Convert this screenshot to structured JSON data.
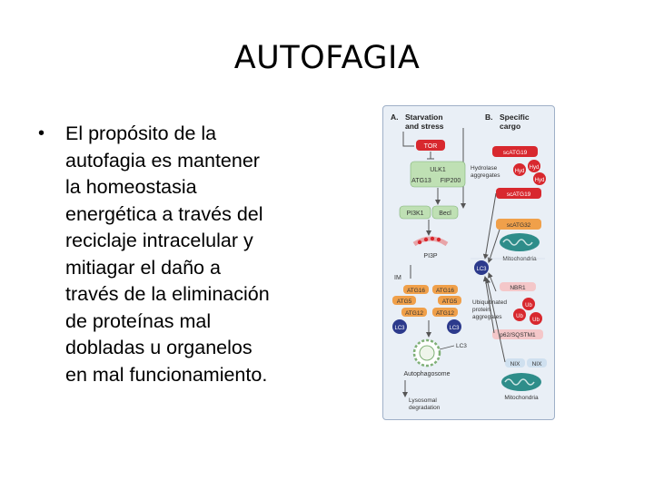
{
  "slide": {
    "title": "AUTOFAGIA",
    "bullet_symbol": "•",
    "bullet_lines": [
      "El propósito de la",
      "autofagia es mantener",
      "la homeostasia",
      "energética a través del",
      "reciclaje intracelular y",
      "mitiagar el daño a",
      "través de la eliminación",
      "de proteínas mal",
      "dobladas u organelos",
      "en mal funcionamiento."
    ]
  },
  "figure": {
    "panel_a": {
      "letter": "A.",
      "title_1": "Starvation",
      "title_2": "and stress"
    },
    "panel_b": {
      "letter": "B.",
      "title_1": "Specific",
      "title_2": "cargo"
    },
    "labels": {
      "tor": "TOR",
      "ulk1": "ULK1",
      "atg13": "ATG13",
      "fip200": "FIP200",
      "pi3k1": "PI3K1",
      "bec": "Becl",
      "pi3p": "PI3P",
      "im": "IM",
      "atg16_l": "ATG16",
      "atg16_r": "ATG16",
      "atg5_l": "ATG5",
      "atg5_r": "ATG5",
      "atg12_l": "ATG12",
      "atg12_r": "ATG12",
      "lc3_l": "LC3",
      "lc3_r": "LC3",
      "lc3_mid": "LC3",
      "lc3_bottom": "LC3",
      "autophagosome": "Autophagosome",
      "lysosomal_1": "Lysosomal",
      "lysosomal_2": "degradation",
      "scatg19_top": "scATG19",
      "hydrolase_1": "Hydrolase",
      "hydrolase_2": "aggregates",
      "hyd1": "Hyd",
      "hyd2": "Hyd",
      "hyd3": "Hyd",
      "scatg19_bot": "scATG19",
      "scatg32": "scATG32",
      "mitochondria_1": "Mitochondria",
      "nbr1": "NBR1",
      "ubiq_1": "Ubiquitinated",
      "ubiq_2": "protein",
      "ubiq_3": "aggregates",
      "ub1": "Ub",
      "ub2": "Ub",
      "ub3": "Ub",
      "p62": "p62/SQSTM1",
      "nix1": "NIX",
      "nix2": "NIX",
      "mitochondria_2": "Mitochondria"
    },
    "colors": {
      "red": "#d8282e",
      "green": "#bfe0b4",
      "blue_circle": "#2c3a8c",
      "orange": "#f0a04a",
      "mito": "#2e8d8a"
    }
  }
}
